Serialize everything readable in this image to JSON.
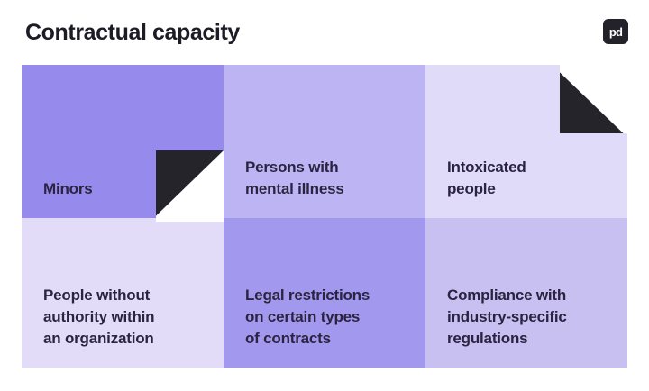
{
  "header": {
    "title": "Contractual capacity",
    "logo_text": "pd"
  },
  "colors": {
    "page_background": "#ffffff",
    "title_text": "#1d1b26",
    "cell_text": "#2a2440",
    "fold_black": "#26242b",
    "logo_background": "#232129",
    "logo_text": "#ffffff"
  },
  "grid": {
    "rows": 2,
    "columns": 3,
    "cells": [
      {
        "id": "minors",
        "label": "Minors",
        "bg": "#968bec",
        "fold": "bottom-right"
      },
      {
        "id": "persons-with-mental-illness",
        "label": "Persons with\nmental illness",
        "bg": "#bdb4f3",
        "fold": null
      },
      {
        "id": "intoxicated-people",
        "label": "Intoxicated\npeople",
        "bg": "#e0dbf8",
        "fold": "top-right"
      },
      {
        "id": "people-without-authority",
        "label": "People without\nauthority within\nan organization",
        "bg": "#e2dcf8",
        "fold": null
      },
      {
        "id": "legal-restrictions",
        "label": "Legal restrictions\non certain types\nof contracts",
        "bg": "#a298ee",
        "fold": null
      },
      {
        "id": "compliance",
        "label": "Compliance with\nindustry-specific\nregulations",
        "bg": "#c9c0f2",
        "fold": null
      }
    ]
  }
}
